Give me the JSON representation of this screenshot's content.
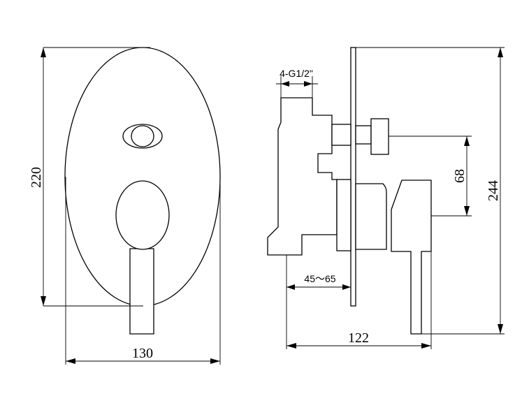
{
  "front_view": {
    "dim_height": "220",
    "dim_width": "130"
  },
  "side_view": {
    "thread_label": "4-G1/2\"",
    "dim_depth_range": "45～65",
    "dim_total_depth": "122",
    "dim_outlet_offset": "68",
    "dim_plate_height": "244"
  }
}
